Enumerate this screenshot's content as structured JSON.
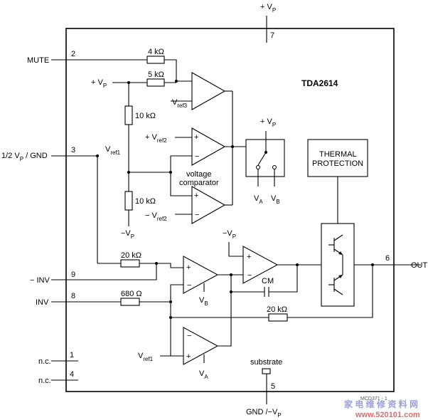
{
  "chip": "TDA2614",
  "pins": {
    "vp_top": {
      "num": "7",
      "label": "+ V",
      "sub": "P"
    },
    "mute": {
      "num": "2",
      "label": "MUTE"
    },
    "half_vp": {
      "num": "3",
      "label_a": "1/2 V",
      "sub": "P",
      "label_b": " / GND"
    },
    "neg_inv": {
      "num": "9",
      "label": "− INV"
    },
    "inv": {
      "num": "8",
      "label": "INV"
    },
    "nc1": {
      "num": "1",
      "label": "n.c."
    },
    "nc2": {
      "num": "4",
      "label": "n.c."
    },
    "gnd": {
      "num": "5",
      "label_a": "GND /−V",
      "sub": "P"
    },
    "out": {
      "num": "6",
      "label": "OUT"
    }
  },
  "resistors": {
    "r_4k": "4 kΩ",
    "r_5k": "5 kΩ",
    "r_10k_a": "10 kΩ",
    "r_10k_b": "10 kΩ",
    "r_20k_a": "20 kΩ",
    "r_680": "680 Ω",
    "r_20k_b": "20 kΩ"
  },
  "labels": {
    "plus_vp_left": "+ V",
    "plus_vp_left_sub": "P",
    "minus_vp_left": "−V",
    "minus_vp_left_sub": "P",
    "vref3": "V",
    "vref3_sub": "ref3",
    "vref2_pos": "+ V",
    "vref2_pos_sub": "ref2",
    "vref2_neg": "− V",
    "vref2_neg_sub": "ref2",
    "vref1": "V",
    "vref1_sub": "ref1",
    "vref1_bottom": "V",
    "vref1_bottom_sub": "ref1",
    "comparator_1": "voltage",
    "comparator_2": "comparator",
    "switch_vp": "+ V",
    "switch_vp_sub": "P",
    "va": "V",
    "va_sub": "A",
    "vb": "V",
    "vb_sub": "B",
    "vb_amp": "V",
    "vb_amp_sub": "B",
    "va_amp": "V",
    "va_amp_sub": "A",
    "minus_vp_mid": "−V",
    "minus_vp_mid_sub": "P",
    "cm": "CM",
    "thermal_1": "THERMAL",
    "thermal_2": "PROTECTION",
    "substrate": "substrate",
    "drawing_code": "MCD371 - 1",
    "watermark_cn": "家 电 维 修 资 料 网",
    "watermark_url": "www.520101.com"
  }
}
